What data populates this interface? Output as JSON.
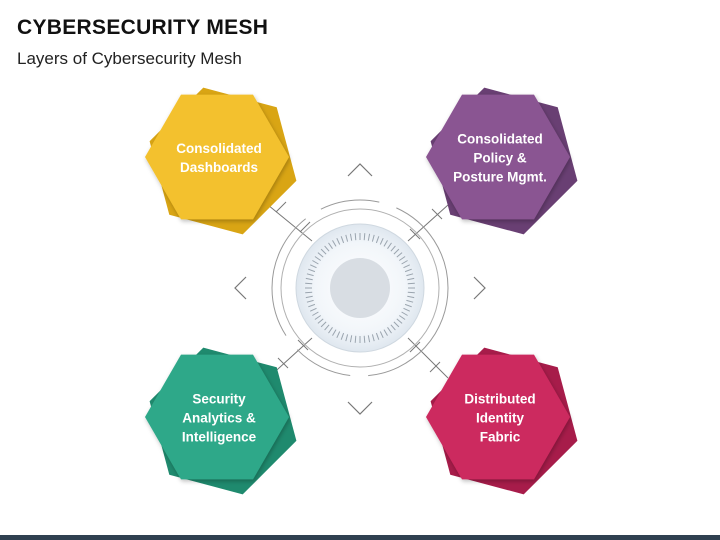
{
  "header": {
    "title": "CYBERSECURITY MESH",
    "subtitle": "Layers of Cybersecurity Mesh"
  },
  "nodes": [
    {
      "id": "top-left",
      "label": "Consolidated\nDashboards",
      "color": "#f3c12f",
      "shadow": "#d9a514"
    },
    {
      "id": "top-right",
      "label": "Consolidated\nPolicy &\nPosture Mgmt.",
      "color": "#8a5592",
      "shadow": "#693f73"
    },
    {
      "id": "bottom-left",
      "label": "Security\nAnalytics &\nIntelligence",
      "color": "#2fa889",
      "shadow": "#1f8a6e"
    },
    {
      "id": "bottom-right",
      "label": "Distributed\nIdentity\nFabric",
      "color": "#cc2a5f",
      "shadow": "#a71c4a"
    }
  ],
  "colors": {
    "line": "#888888",
    "hub_inner": "#d8dde3",
    "hub_ring": "#e6eef5",
    "footer": "#2f4050"
  },
  "icons": [
    "chevron-up-icon",
    "chevron-down-icon",
    "chevron-left-icon",
    "chevron-right-icon"
  ]
}
